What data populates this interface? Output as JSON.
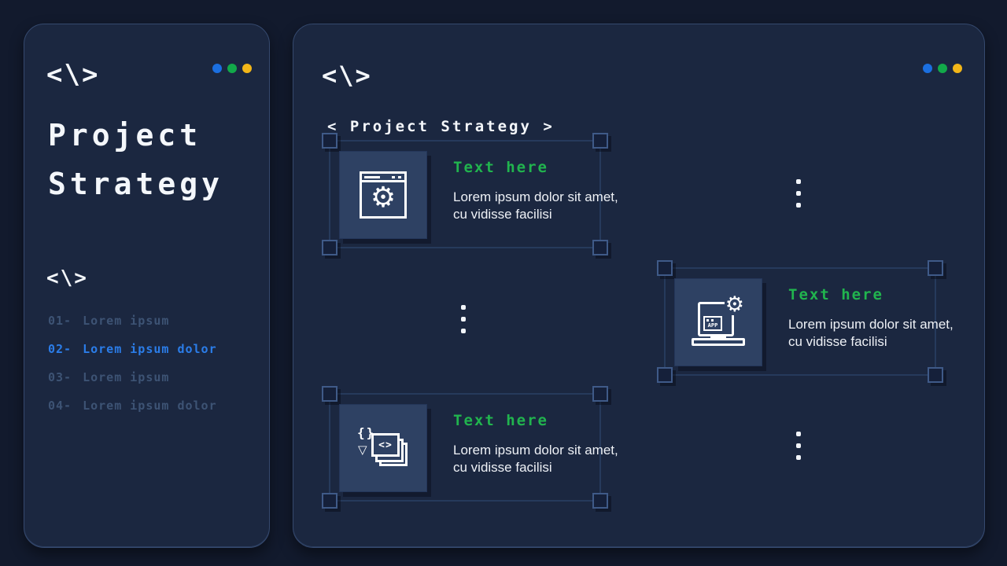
{
  "colors": {
    "page_bg": "#121a2d",
    "panel_bg": "#1b2740",
    "panel_border": "#35496e",
    "tile_bg": "#2e4163",
    "accent_green": "#21b44e",
    "accent_blue": "#2b7de9",
    "muted_item": "#3d5374",
    "text_white": "#eef1f6",
    "dot_blue": "#1b6fe0",
    "dot_green": "#12a94a",
    "dot_yellow": "#f2b618"
  },
  "sidebar": {
    "logo": "<\\>",
    "title": "Project\nStrategy",
    "section_icon": "<\\>",
    "items": [
      {
        "number": "01-",
        "label": "Lorem ipsum"
      },
      {
        "number": "02-",
        "label": "Lorem ipsum dolor"
      },
      {
        "number": "03-",
        "label": "Lorem ipsum"
      },
      {
        "number": "04-",
        "label": "Lorem ipsum dolor"
      }
    ]
  },
  "main": {
    "logo": "<\\>",
    "heading": "< Project Strategy >",
    "cards": [
      {
        "icon": "browser-gear-icon",
        "title": "Text here",
        "body": "Lorem ipsum dolor sit amet, cu vidisse facilisi"
      },
      {
        "icon": "laptop-app-gear-icon",
        "title": "Text here",
        "body": "Lorem ipsum dolor sit amet, cu vidisse facilisi"
      },
      {
        "icon": "code-documents-pen-icon",
        "title": "Text here",
        "body": "Lorem ipsum dolor sit amet, cu vidisse facilisi"
      }
    ]
  },
  "glyphs": {
    "gear": "⚙",
    "braces": "{}",
    "pen_nib": "▽",
    "code": "<>",
    "app_label": "APP"
  }
}
